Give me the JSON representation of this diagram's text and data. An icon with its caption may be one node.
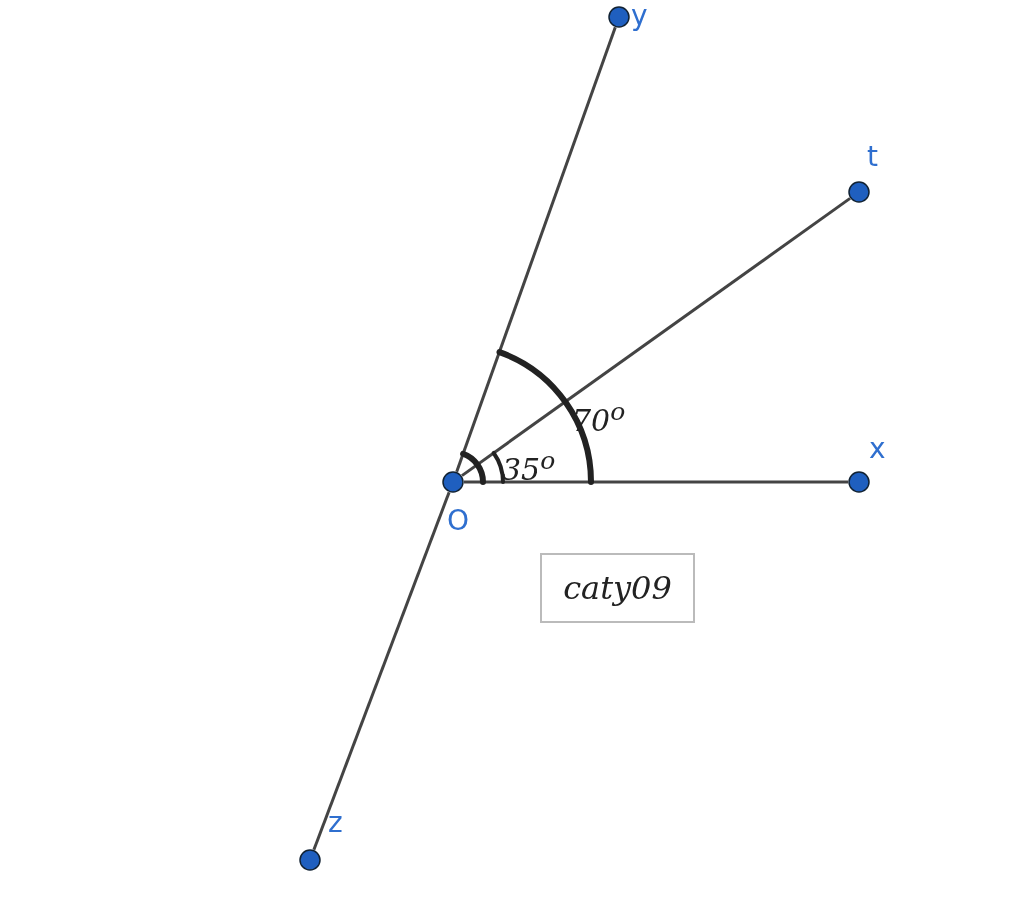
{
  "diagram": {
    "nodes": [
      {
        "text": [
          "y"
        ]
      },
      {
        "text": [
          "t"
        ]
      },
      {
        "text": [
          "x"
        ]
      },
      {
        "text": [
          "O"
        ]
      },
      {
        "text": [
          "z"
        ]
      }
    ],
    "edges": [
      {
        "from": 3,
        "to": 0,
        "arrow": "none"
      },
      {
        "from": 3,
        "to": 1,
        "arrow": "none"
      },
      {
        "from": 3,
        "to": 2,
        "arrow": "none"
      },
      {
        "from": 3,
        "to": 4,
        "arrow": "none"
      }
    ],
    "labels": [
      "70$^{o}$",
      "35$^{o}$",
      "caty09"
    ]
  }
}
